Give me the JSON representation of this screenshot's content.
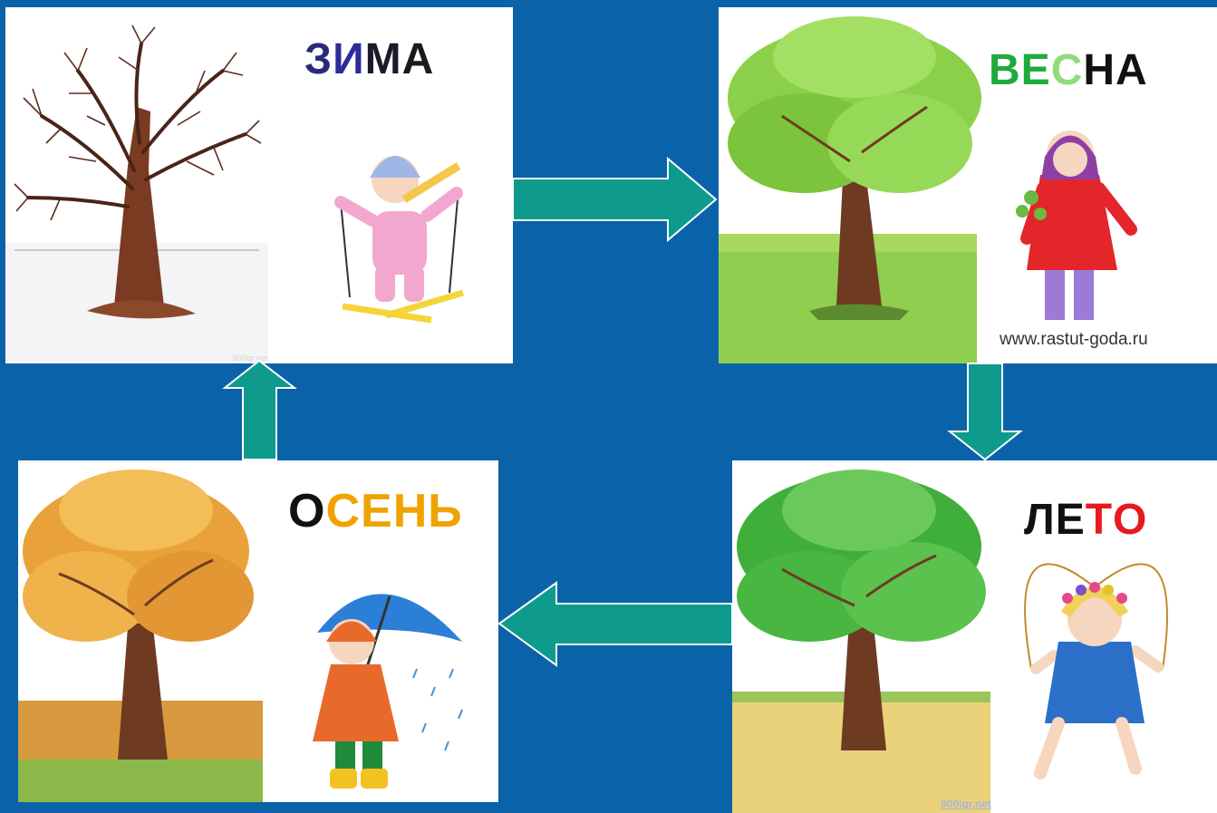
{
  "seasons": {
    "winter": {
      "letters": [
        "З",
        "И",
        "М",
        "А"
      ],
      "colors": [
        "#2a2a7a",
        "#2c2c98",
        "#1a1a2a",
        "#1a1a1a"
      ]
    },
    "spring": {
      "letters": [
        "В",
        "Е",
        "С",
        "Н",
        "А"
      ],
      "colors": [
        "#1faa3c",
        "#1faa3c",
        "#8fdc7a",
        "#111111",
        "#111111"
      ]
    },
    "summer": {
      "letters": [
        "Л",
        "Е",
        "Т",
        "О"
      ],
      "colors": [
        "#111111",
        "#111111",
        "#e8191d",
        "#e8191d"
      ]
    },
    "autumn": {
      "letters": [
        "О",
        "С",
        "Е",
        "Н",
        "Ь"
      ],
      "colors": [
        "#111111",
        "#f0a300",
        "#f0a300",
        "#f0a300",
        "#f0a300"
      ]
    }
  },
  "credits": {
    "spring": "www.rastut-goda.ru",
    "summer": "900igr.net",
    "winter": "900igr.net"
  },
  "colors": {
    "background": "#0a63a8",
    "arrow_fill": "#0f9a8e",
    "arrow_stroke": "#ffffff"
  }
}
